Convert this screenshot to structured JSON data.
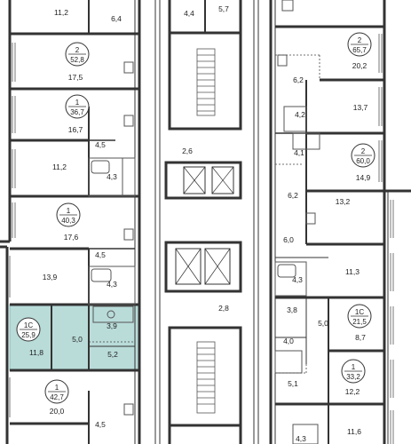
{
  "plan": {
    "colors": {
      "wall": "#333333",
      "thin": "#555555",
      "highlight": "#b9dcd9",
      "highlight_stroke": "#7fbdb8",
      "badge_fill": "#ffffff"
    },
    "highlighted_unit": {
      "type": "1С",
      "area": "25,9"
    },
    "units": [
      {
        "type": "2",
        "area": "52,8"
      },
      {
        "type": "1",
        "area": "36,7"
      },
      {
        "type": "1",
        "area": "40,3"
      },
      {
        "type": "1С",
        "area": "25,9"
      },
      {
        "type": "1",
        "area": "42,7"
      },
      {
        "type": "2",
        "area": "65,7"
      },
      {
        "type": "2",
        "area": "60,0"
      },
      {
        "type": "1С",
        "area": "21,5"
      },
      {
        "type": "1",
        "area": "33,2"
      }
    ],
    "room_labels": [
      "11,2",
      "6,4",
      "17,5",
      "16,7",
      "4,5",
      "11,2",
      "4,3",
      "17,6",
      "4,5",
      "13,9",
      "4,3",
      "5,0",
      "3,9",
      "11,8",
      "5,2",
      "20,0",
      "4,5",
      "4,4",
      "5,7",
      "2,6",
      "2,8",
      "20,2",
      "6,2",
      "13,7",
      "4,2",
      "4,1",
      "14,9",
      "6,2",
      "13,2",
      "6,0",
      "11,3",
      "4,3",
      "3,8",
      "5,0",
      "4,0",
      "8,7",
      "12,2",
      "5,1",
      "11,6",
      "4,3"
    ]
  }
}
